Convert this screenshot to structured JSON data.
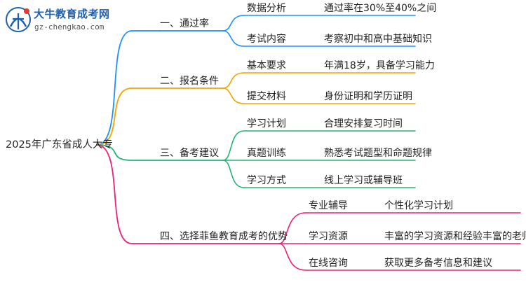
{
  "logo": {
    "title": "大牛教育成考网",
    "url": "gz-chengkao.com",
    "colors": {
      "primary": "#1f5fae",
      "accent": "#e23a2e"
    }
  },
  "root": {
    "label": "2025年广东省成人大专"
  },
  "branches": [
    {
      "label": "一、通过率",
      "color": "#1e90ff",
      "children": [
        {
          "label": "数据分析",
          "detail": "通过率在30%至40%之间"
        },
        {
          "label": "考试内容",
          "detail": "考察初中和高中基础知识"
        }
      ]
    },
    {
      "label": "二、报名条件",
      "color": "#f0a500",
      "children": [
        {
          "label": "基本要求",
          "detail": "年满18岁，具备学习能力"
        },
        {
          "label": "提交材料",
          "detail": "身份证明和学历证明"
        }
      ]
    },
    {
      "label": "三、备考建议",
      "color": "#23b473",
      "children": [
        {
          "label": "学习计划",
          "detail": "合理安排复习时间"
        },
        {
          "label": "真题训练",
          "detail": "熟悉考试题型和命题规律"
        },
        {
          "label": "学习方式",
          "detail": "线上学习或辅导班"
        }
      ]
    },
    {
      "label": "四、选择菲鱼教育成考的优势",
      "color": "#e5247a",
      "children": [
        {
          "label": "专业辅导",
          "detail": "个性化学习计划"
        },
        {
          "label": "学习资源",
          "detail": "丰富的学习资源和经验丰富的老师指导"
        },
        {
          "label": "在线咨询",
          "detail": "获取更多备考信息和建议"
        }
      ]
    }
  ]
}
